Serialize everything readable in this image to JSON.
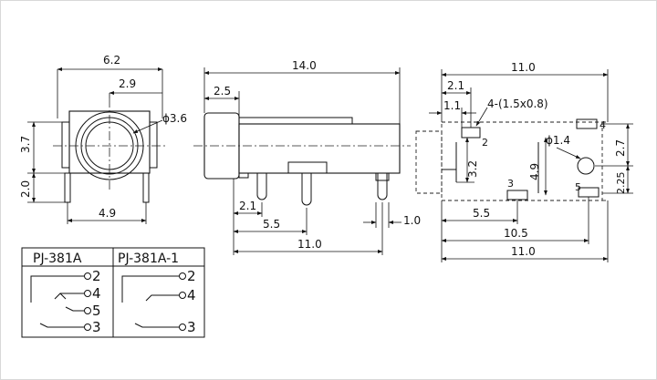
{
  "front_view": {
    "width": "6.2",
    "offset": "2.9",
    "diameter": "ϕ3.6",
    "height": "3.7",
    "pin_len": "2.0",
    "pin_span": "4.9"
  },
  "side_view": {
    "length": "14.0",
    "nose": "2.5",
    "pin_first": "2.1",
    "pin_second": "5.5",
    "pin_span": "11.0",
    "pin_gap": "1.0"
  },
  "top_view": {
    "length": "11.0",
    "offset_a": "2.1",
    "offset_b": "1.1",
    "pad_note": "4-(1.5x0.8)",
    "hole": "ϕ1.4",
    "height_a": "2.7",
    "height_b": "2.25",
    "depth_a": "3.2",
    "depth_b": "4.9",
    "x_55": "5.5",
    "x_105": "10.5",
    "x_110": "11.0",
    "pin_2": "2",
    "pin_3": "3",
    "pin_4": "4",
    "pin_5": "5"
  },
  "schematic_table": {
    "col1_title": "PJ-381A",
    "col2_title": "PJ-381A-1",
    "col1_pins": [
      "2",
      "4",
      "5",
      "3"
    ],
    "col2_pins": [
      "2",
      "4",
      "3"
    ]
  }
}
